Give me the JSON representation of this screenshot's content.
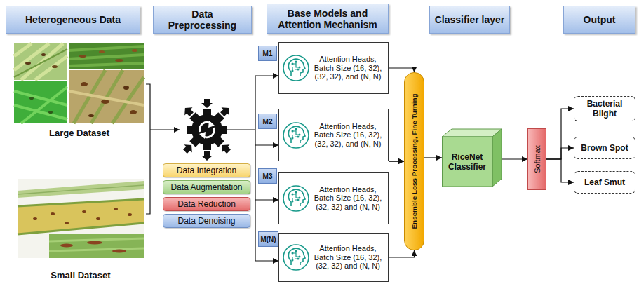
{
  "diagram": {
    "nodes": [
      {
        "text": [
          "Heterogeneous Data"
        ]
      },
      {
        "text": [
          "Data Preprocessing"
        ]
      },
      {
        "text": [
          "Base Models and Attention Mechanism"
        ]
      },
      {
        "text": [
          "Classifier layer"
        ]
      },
      {
        "text": [
          "Output"
        ]
      },
      {
        "text": [
          "Large Dataset"
        ]
      },
      {
        "text": [
          "Small Dataset"
        ]
      },
      {
        "text": [
          "Data Integration"
        ]
      },
      {
        "text": [
          "Data Augmentation"
        ]
      },
      {
        "text": [
          "Data Reduction"
        ]
      },
      {
        "text": [
          "Data Denoising"
        ]
      },
      {
        "text": [
          "M1"
        ]
      },
      {
        "text": [
          "Attention Heads, Batch Size (16, 32), (32, 32), and (N, N)"
        ]
      },
      {
        "text": [
          "M2"
        ]
      },
      {
        "text": [
          "Attention Heads, Batch Size (16, 32), (32, 32), and (N, N)"
        ]
      },
      {
        "text": [
          "M3"
        ]
      },
      {
        "text": [
          "Attention Heads, Batch Size (16, 32), (32, 32) and (N, N)"
        ]
      },
      {
        "text": [
          "M(N)"
        ]
      },
      {
        "text": [
          "Attention Heads, Batch Size (16, 32), (32, 32) and (N, N)"
        ]
      },
      {
        "text": [
          "Ensemble Loss Processing, Fine Turning"
        ]
      },
      {
        "text": [
          "RiceNet Classifier"
        ]
      },
      {
        "text": [
          "Softmax"
        ]
      },
      {
        "text": [
          "Bacterial Blight"
        ]
      },
      {
        "text": [
          "Brown Spot"
        ]
      },
      {
        "text": [
          "Leaf Smut"
        ]
      }
    ],
    "edges": [
      {
        "from": 12,
        "to": 19,
        "arrow": "to"
      },
      {
        "from": 14,
        "to": 19,
        "arrow": "to"
      },
      {
        "from": 16,
        "to": 19,
        "arrow": "to"
      },
      {
        "from": 18,
        "to": 19,
        "arrow": "to"
      },
      {
        "from": 19,
        "to": 20,
        "arrow": "to"
      },
      {
        "from": 20,
        "to": 21,
        "arrow": "to"
      },
      {
        "from": 21,
        "to": 22,
        "arrow": "to"
      },
      {
        "from": 21,
        "to": 23,
        "arrow": "to"
      },
      {
        "from": 21,
        "to": 24,
        "arrow": "to"
      }
    ]
  }
}
